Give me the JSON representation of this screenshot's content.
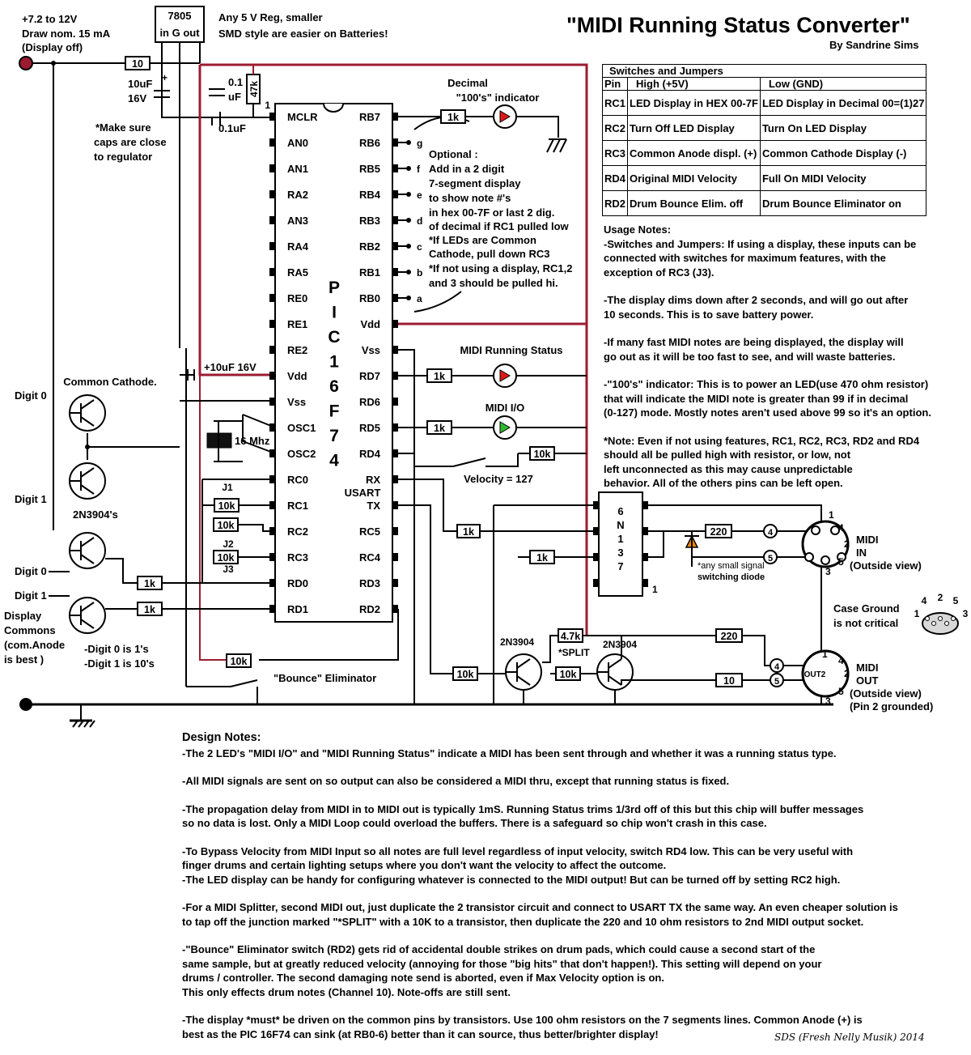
{
  "title": "\"MIDI Running Status Converter\"",
  "author": "By Sandrine Sims",
  "power": {
    "input_label": [
      "+7.2 to 12V",
      "Draw nom. 15 mA",
      "(Display off)"
    ],
    "regulator": [
      "7805",
      "in G out"
    ],
    "regulator_note": [
      "Any 5 V Reg, smaller",
      "SMD style are easier on Batteries!"
    ],
    "cap_note": [
      "*Make sure",
      "caps are close",
      "to regulator"
    ],
    "resistor_10": "10",
    "cap_10uf": [
      "10uF",
      "16V"
    ],
    "cap_01uf_a": [
      "0.1",
      "uF"
    ],
    "resistor_47k": "47k",
    "cap_01uf_b": "0.1uF",
    "cap_vdd": "+10uF 16V"
  },
  "chip": {
    "name_letters": [
      "P",
      "I",
      "C",
      "1",
      "6",
      "F",
      "7",
      "4"
    ],
    "left_pins": [
      "MCLR",
      "AN0",
      "AN1",
      "RA2",
      "AN3",
      "RA4",
      "RA5",
      "RE0",
      "RE1",
      "RE2",
      "Vdd",
      "Vss",
      "OSC1",
      "OSC2",
      "RC0",
      "RC1",
      "RC2",
      "RC3",
      "RD0",
      "RD1"
    ],
    "right_pins": [
      "RB7",
      "RB6",
      "RB5",
      "RB4",
      "RB3",
      "RB2",
      "RB1",
      "RB0",
      "Vdd",
      "Vss",
      "RD7",
      "RD6",
      "RD5",
      "RD4",
      "RX",
      "TX",
      "RC5",
      "RC4",
      "RD3",
      "RD2"
    ],
    "pin1": "1",
    "usart": "USART",
    "segment_letters": [
      "g",
      "f",
      "e",
      "d",
      "c",
      "b",
      "a"
    ],
    "crystal": "16 Mhz"
  },
  "indicators": {
    "decimal": [
      "Decimal",
      "\"100's\" indicator"
    ],
    "running_status": "MIDI Running Status",
    "midi_io": "MIDI I/O",
    "velocity": "Velocity = 127",
    "bounce": "\"Bounce\" Eliminator",
    "optional_note": [
      "Optional :",
      "Add in a 2 digit",
      "7-segment display",
      "to show note #'s",
      "in hex  00-7F or last 2 dig.",
      "of decimal if RC1 pulled low",
      "*If LEDs are Common",
      "Cathode, pull down RC3",
      "*If not using a display, RC1,2",
      "and 3 should be pulled hi."
    ]
  },
  "resistors": {
    "r1k": "1k",
    "r10k": "10k",
    "r220": "220",
    "r10": "10",
    "r4k7": "4.7k"
  },
  "jumpers": [
    "J1",
    "J2",
    "J3"
  ],
  "display_section": {
    "common_cathode": "Common Cathode.",
    "digit0": "Digit 0",
    "digit1": "Digit 1",
    "transistors": "2N3904's",
    "commons": [
      "Display",
      "Commons",
      "(com.Anode",
      "is best )"
    ],
    "digit_notes": [
      "-Digit 0 is 1's",
      "-Digit 1 is 10's"
    ]
  },
  "midi": {
    "optocoupler": [
      "6",
      "N",
      "1",
      "3",
      "7"
    ],
    "diode_note": [
      "*any small signal",
      "switching diode"
    ],
    "in_label": [
      "MIDI",
      "IN",
      "(Outside view)"
    ],
    "out_label": [
      "MIDI",
      "OUT",
      "(Outside view)",
      "(Pin 2 grounded)"
    ],
    "out_socket": "OUT2",
    "case_ground": [
      "Case Ground",
      "is not critical"
    ],
    "transistor": "2N3904",
    "split": "*SPLIT",
    "pins": [
      "1",
      "2",
      "3",
      "4",
      "5"
    ],
    "din_pins": [
      "4",
      "2",
      "5",
      "1",
      "3"
    ],
    "opto_pin": "1"
  },
  "switch_table": {
    "header": "Switches and Jumpers",
    "columns": [
      "Pin",
      "High (+5V)",
      "Low (GND)"
    ],
    "rows": [
      [
        "RC1",
        "LED Display in HEX 00-7F",
        "LED Display in Decimal 00=(1)27"
      ],
      [
        "RC2",
        "Turn Off LED Display",
        "Turn On LED Display"
      ],
      [
        "RC3",
        "Common Anode displ. (+)",
        "Common Cathode Display (-)"
      ],
      [
        "RD4",
        "Original MIDI Velocity",
        "Full On MIDI Velocity"
      ],
      [
        "RD2",
        "Drum Bounce Elim. off",
        "Drum Bounce Eliminator on"
      ]
    ]
  },
  "usage_notes": [
    "Usage Notes:\n-Switches and Jumpers: If using a display, these inputs can be\n connected with switches for maximum features, with the\n exception of RC3 (J3).",
    "-The display dims down after 2 seconds, and will go out after\n 10 seconds. This is to save battery power.",
    "-If many fast MIDI notes are being displayed, the display will\n go out as it will be too fast to see, and will waste batteries.",
    "-\"100's\" indicator: This is to power an LED(use 470 ohm resistor)\n that will indicate the MIDI note is greater than 99 if in decimal\n (0-127) mode. Mostly notes aren't used above 99 so it's an option.",
    "*Note: Even if not using features, RC1, RC2, RC3, RD2 and RD4\n              should all be pulled high with resistor, or low, not\n              left unconnected as this may cause unpredictable\n              behavior. All of the others pins can be left open."
  ],
  "design_notes": {
    "heading": "Design Notes:",
    "items": [
      "-The 2 LED's \"MIDI I/O\" and \"MIDI Running Status\" indicate a MIDI has been sent through and whether it was a running status type.",
      "-All MIDI signals are sent on so output can also be considered a MIDI thru, except that running status is fixed.",
      "-The propagation delay from MIDI in to MIDI out is typically 1mS. Running Status trims 1/3rd off of this but this chip will buffer messages\n so no data is lost. Only a MIDI Loop could overload the buffers. There is a safeguard so chip won't crash in this case.",
      "-To Bypass Velocity from MIDI Input so all notes are full level regardless of input velocity, switch RD4 low. This can be very useful with\n finger drums and certain lighting setups where you don't want the velocity to affect the outcome.",
      "-The LED display can be handy for configuring whatever is connected to the MIDI output! But can be turned off by setting RC2 high.",
      "-For a MIDI Splitter, second MIDI out, just duplicate the 2 transistor circuit and connect to USART TX the same way. An even cheaper solution is\n to tap off the junction marked \"*SPLIT\" with a 10K to a transistor, then duplicate the 220 and 10 ohm resistors to 2nd MIDI output socket.",
      "-\"Bounce\" Eliminator switch (RD2) gets rid of accidental double strikes on drum pads, which could cause a second start of the\n  same sample, but at greatly reduced velocity (annoying for those \"big hits\" that don't happen!). This setting will depend on your\n  drums / controller. The second damaging note send is aborted, even if Max Velocity option is on.\n  This only effects drum notes (Channel 10). Note-offs are still sent.",
      "-The display *must* be driven on the common pins by transistors. Use 100 ohm resistors on the 7 segments lines. Common Anode (+)  is\n best as the PIC 16F74 can sink (at RB0-6) better than it can source, thus better/brighter display!"
    ]
  },
  "signature": "SDS (Fresh Nelly Musik) 2014",
  "colors": {
    "power_rail": "#9b1b30",
    "led_red": "#e01818",
    "led_green": "#2fb82f",
    "diode_orange": "#f08a00",
    "connector_grey": "#d8d8d8"
  }
}
